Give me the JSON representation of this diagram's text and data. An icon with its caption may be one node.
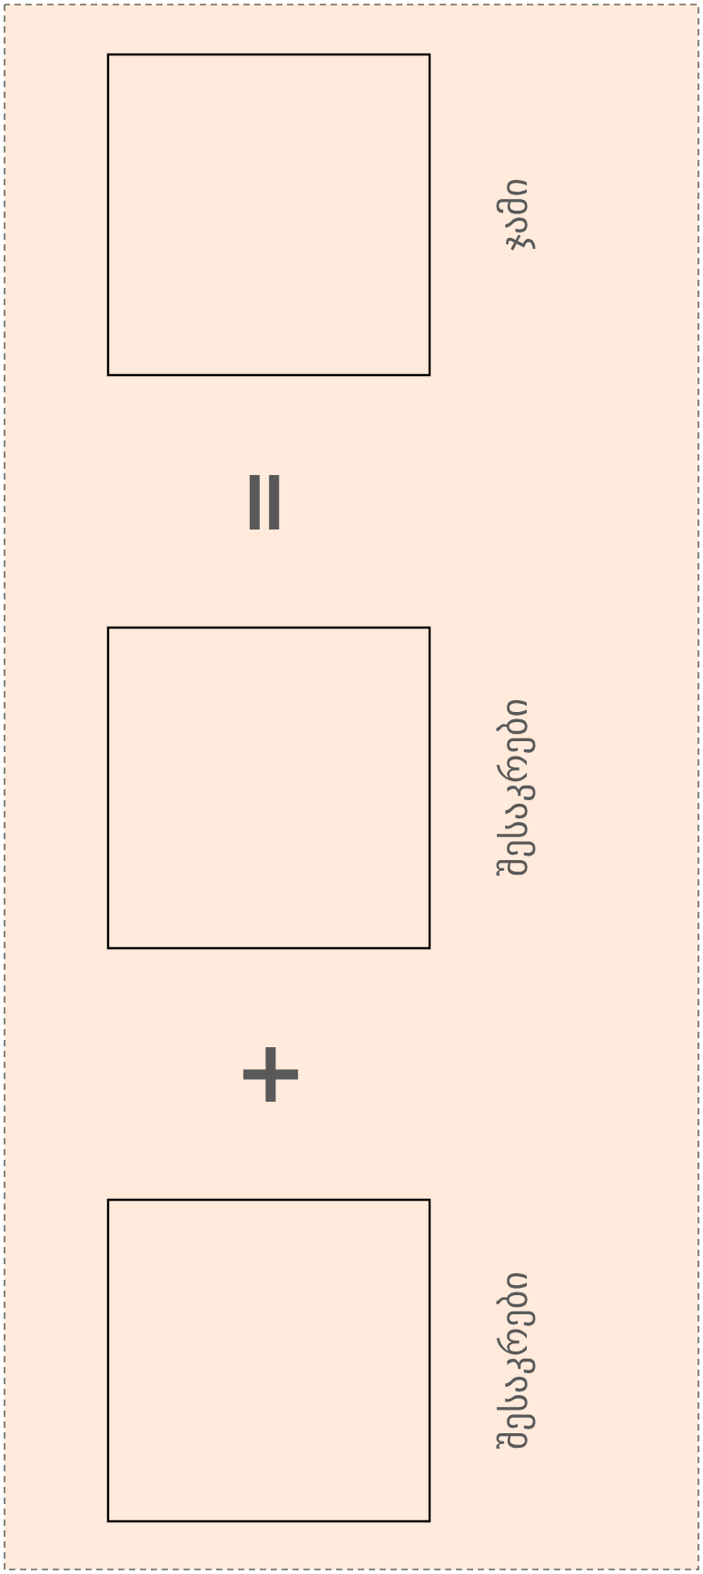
{
  "diagram": {
    "nodes": [
      {
        "text": [],
        "shape": "box",
        "beside": [
          "ჯამი"
        ]
      },
      {
        "text": [],
        "shape": "box",
        "beside": [
          "შესაკრები"
        ]
      },
      {
        "text": [],
        "shape": "box",
        "beside": [
          "შესაკრები"
        ]
      }
    ],
    "labels": [
      "=",
      "+"
    ]
  }
}
